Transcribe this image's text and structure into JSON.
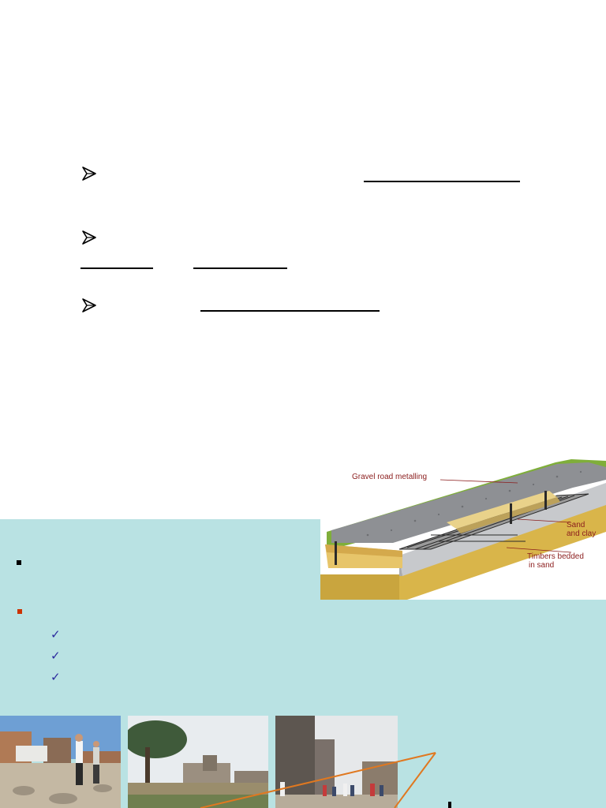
{
  "diagram": {
    "labels": {
      "gravel": "Gravel road metalling",
      "sand_clay_1": "Sand",
      "sand_clay_2": "and clay",
      "timbers_1": "Timbers bedded",
      "timbers_2": "in sand"
    }
  },
  "colors": {
    "panel_bg": "#b9e2e3",
    "square_bullet_red": "#cc3300",
    "check_blue": "#2b2a9e",
    "callout_orange": "#e07820",
    "label_red": "#8b1d1d"
  },
  "icons": {
    "arrow_bullet": "arrowhead-bullet-icon",
    "square_bullet": "square-bullet-icon",
    "check": "checkmark-icon"
  }
}
